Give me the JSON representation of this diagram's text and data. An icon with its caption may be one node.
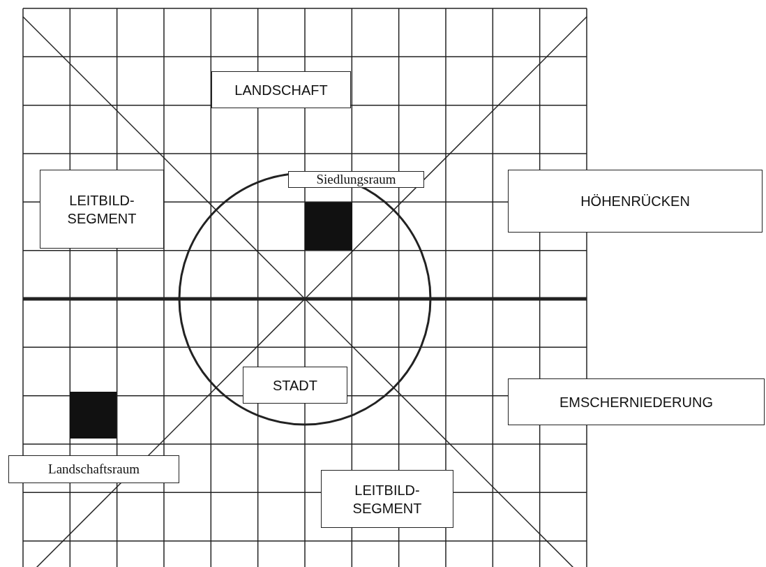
{
  "diagram": {
    "nodes": [
      {
        "text": [
          "LANDSCHAFT"
        ]
      },
      {
        "text": [
          "Siedlungsraum"
        ]
      },
      {
        "text": [
          "LEITBILD- SEGMENT"
        ]
      },
      {
        "text": [
          "HÖHENRÜCKEN"
        ]
      },
      {
        "text": [
          "STADT"
        ]
      },
      {
        "text": [
          "EMSCHERNIEDERUNG"
        ]
      },
      {
        "text": [
          "Landschaftsraum"
        ]
      },
      {
        "text": [
          "LEITBILD- SEGMENT"
        ]
      }
    ]
  }
}
